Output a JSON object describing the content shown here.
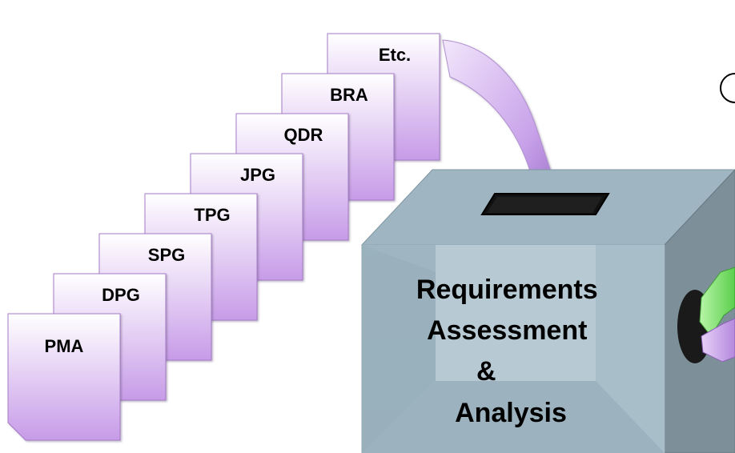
{
  "documents": [
    {
      "label": "PMA"
    },
    {
      "label": "DPG"
    },
    {
      "label": "SPG"
    },
    {
      "label": "TPG"
    },
    {
      "label": "JPG"
    },
    {
      "label": "QDR"
    },
    {
      "label": "BRA"
    },
    {
      "label": "Etc."
    }
  ],
  "box": {
    "lines": [
      "Requirements",
      "Assessment",
      "&",
      "Analysis"
    ]
  },
  "colors": {
    "doc_gradient_top": "#ffffff",
    "doc_gradient_bottom": "#c79be8",
    "doc_border": "#a57cc8",
    "box_front": "#a7bdc9",
    "box_front_inner": "#b9cbd4",
    "box_top": "#9cb3bf",
    "box_side": "#7c8f99",
    "slot": "#111111",
    "arrow_light": "#f2e6fb",
    "arrow_dark": "#8f5fbf",
    "out_arrow_green": "#7ee06a",
    "out_arrow_purple": "#c59be6"
  }
}
